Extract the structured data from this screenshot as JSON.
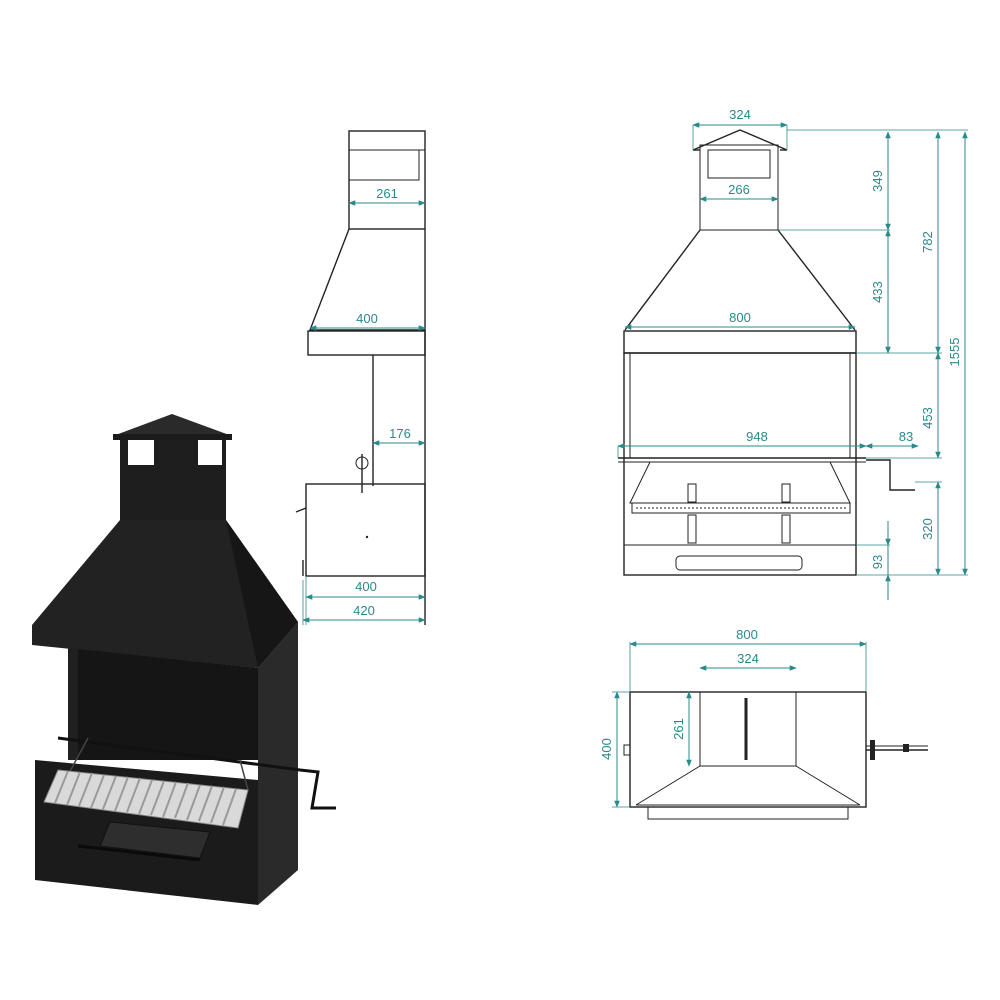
{
  "colors": {
    "dimension": "#2a8a8a",
    "outline": "#222222",
    "product_body": "#1b1b1b"
  },
  "side_view": {
    "top_width": "261",
    "hood_depth": "400",
    "post_offset": "176",
    "body_depth": "400",
    "overall_depth": "420"
  },
  "front_view": {
    "chimney_cap_width": "324",
    "chimney_width": "266",
    "hood_width": "800",
    "grill_width": "948",
    "handle_extension": "83",
    "chimney_height": "349",
    "hood_height": "433",
    "upper_height": "782",
    "opening_height": "453",
    "base_height": "320",
    "drawer_height": "93",
    "total_height": "1555"
  },
  "top_view": {
    "overall_width": "800",
    "chimney_width": "324",
    "chimney_depth": "261",
    "overall_depth": "400"
  }
}
